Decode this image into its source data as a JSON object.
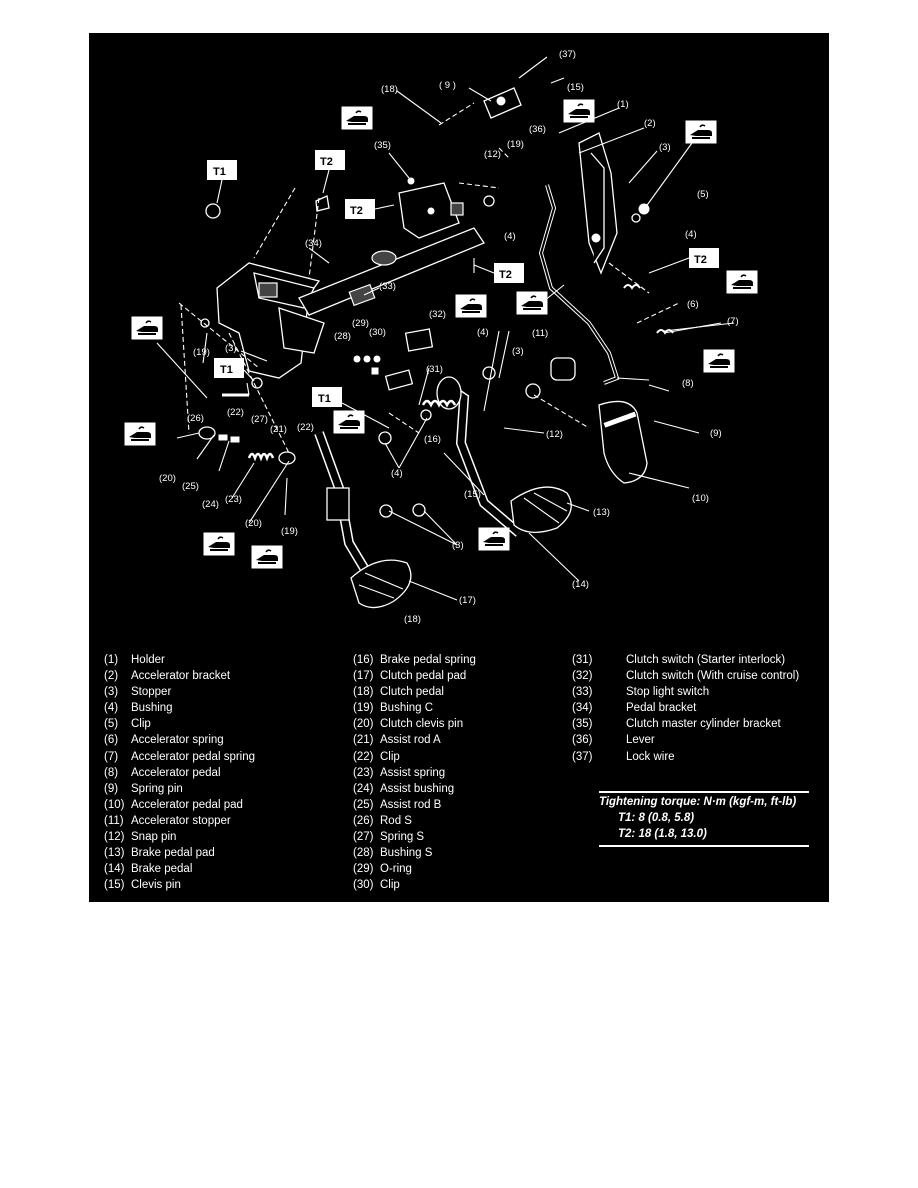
{
  "diagram": {
    "callouts": [
      "(1)",
      "(2)",
      "(3)",
      "(4)",
      "(5)",
      "(6)",
      "(7)",
      "(8)",
      "(9)",
      "(10)",
      "(11)",
      "(12)",
      "(13)",
      "(14)",
      "(15)",
      "(16)",
      "(17)",
      "(18)",
      "(19)",
      "(20)",
      "(21)",
      "(22)",
      "(23)",
      "(24)",
      "(25)",
      "(26)",
      "(27)",
      "(28)",
      "(29)",
      "(30)",
      "(31)",
      "(32)",
      "(33)",
      "(34)",
      "(35)",
      "(36)",
      "(37)",
      "( 9 )"
    ],
    "torque_tags": {
      "t1": "T1",
      "t2": "T2"
    }
  },
  "legend": {
    "col1": [
      {
        "num": "(1)",
        "label": "Holder"
      },
      {
        "num": "(2)",
        "label": "Accelerator bracket"
      },
      {
        "num": "(3)",
        "label": "Stopper"
      },
      {
        "num": "(4)",
        "label": "Bushing"
      },
      {
        "num": "(5)",
        "label": "Clip"
      },
      {
        "num": "(6)",
        "label": "Accelerator spring"
      },
      {
        "num": "(7)",
        "label": "Accelerator pedal spring"
      },
      {
        "num": "(8)",
        "label": "Accelerator pedal"
      },
      {
        "num": "(9)",
        "label": "Spring pin"
      },
      {
        "num": "(10)",
        "label": "Accelerator pedal pad"
      },
      {
        "num": "(11)",
        "label": "Accelerator stopper"
      },
      {
        "num": "(12)",
        "label": "Snap pin"
      },
      {
        "num": "(13)",
        "label": "Brake pedal pad"
      },
      {
        "num": "(14)",
        "label": "Brake pedal"
      },
      {
        "num": "(15)",
        "label": "Clevis pin"
      }
    ],
    "col2": [
      {
        "num": "(16)",
        "label": "Brake pedal spring"
      },
      {
        "num": "(17)",
        "label": "Clutch pedal pad"
      },
      {
        "num": "(18)",
        "label": "Clutch pedal"
      },
      {
        "num": "(19)",
        "label": "Bushing C"
      },
      {
        "num": "(20)",
        "label": "Clutch clevis pin"
      },
      {
        "num": "(21)",
        "label": "Assist rod A"
      },
      {
        "num": "(22)",
        "label": "Clip"
      },
      {
        "num": "(23)",
        "label": "Assist spring"
      },
      {
        "num": "(24)",
        "label": "Assist bushing"
      },
      {
        "num": "(25)",
        "label": "Assist rod B"
      },
      {
        "num": "(26)",
        "label": "Rod S"
      },
      {
        "num": "(27)",
        "label": "Spring S"
      },
      {
        "num": "(28)",
        "label": "Bushing S"
      },
      {
        "num": "(29)",
        "label": "O-ring"
      },
      {
        "num": "(30)",
        "label": "Clip"
      }
    ],
    "col3": [
      {
        "num": "(31)",
        "label": "Clutch switch (Starter interlock)"
      },
      {
        "num": "(32)",
        "label": "Clutch switch (With cruise control)"
      },
      {
        "num": "(33)",
        "label": "Stop light switch"
      },
      {
        "num": "(34)",
        "label": "Pedal bracket"
      },
      {
        "num": "(35)",
        "label": "Clutch master cylinder bracket"
      },
      {
        "num": "(36)",
        "label": "Lever"
      },
      {
        "num": "(37)",
        "label": "Lock wire"
      }
    ]
  },
  "torque": {
    "title": "Tightening torque: N·m (kgf-m, ft-lb)",
    "t1": "T1: 8 (0.8, 5.8)",
    "t2": "T2: 18 (1.8, 13.0)"
  }
}
